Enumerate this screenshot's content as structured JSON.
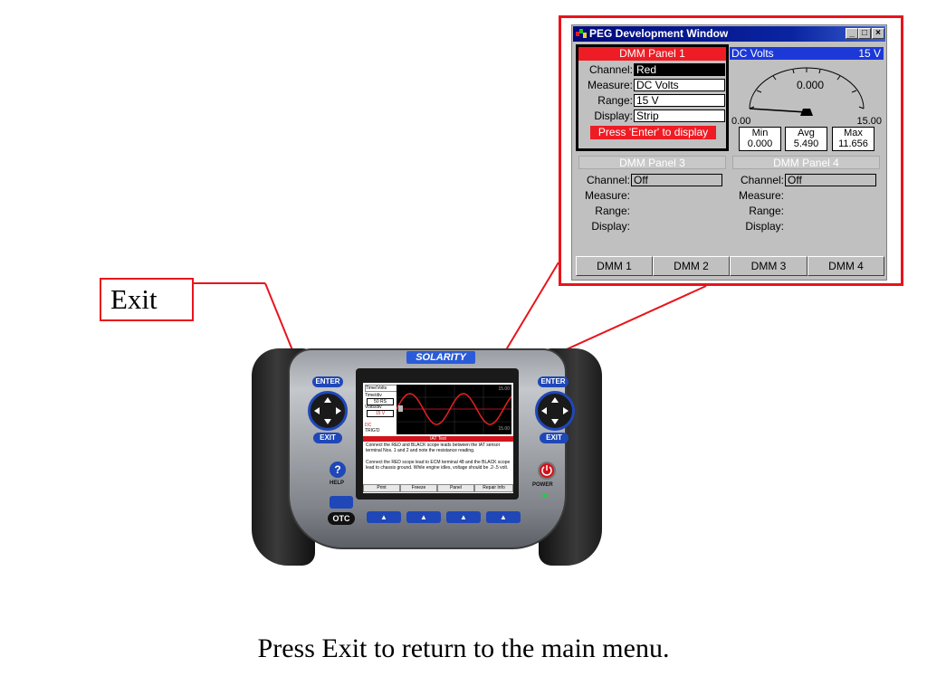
{
  "callout": {
    "label": "Exit"
  },
  "caption": "Press Exit to return to the main menu.",
  "window": {
    "title": "PEG Development Window",
    "controls": {
      "minimize": "_",
      "maximize": "□",
      "close": "×"
    },
    "panel1": {
      "header": "DMM Panel 1",
      "rows": [
        {
          "label": "Channel:",
          "value": "Red"
        },
        {
          "label": "Measure:",
          "value": "DC Volts"
        },
        {
          "label": "Range:",
          "value": "15 V"
        },
        {
          "label": "Display:",
          "value": "Strip"
        }
      ],
      "prompt": "Press 'Enter' to display"
    },
    "panel2": {
      "header_left": "DC Volts",
      "header_right": "15 V",
      "reading": "0.000",
      "scale_min": "0.00",
      "scale_max": "15.00",
      "stats": [
        {
          "label": "Min",
          "value": "0.000"
        },
        {
          "label": "Avg",
          "value": "5.490"
        },
        {
          "label": "Max",
          "value": "11.656"
        }
      ],
      "needle_fraction": 0.0
    },
    "panel3": {
      "header": "DMM Panel 3",
      "rows": [
        {
          "label": "Channel:",
          "value": "Off"
        },
        {
          "label": "Measure:",
          "value": ""
        },
        {
          "label": "Range:",
          "value": ""
        },
        {
          "label": "Display:",
          "value": ""
        }
      ]
    },
    "panel4": {
      "header": "DMM Panel 4",
      "rows": [
        {
          "label": "Channel:",
          "value": "Off"
        },
        {
          "label": "Measure:",
          "value": ""
        },
        {
          "label": "Range:",
          "value": ""
        },
        {
          "label": "Display:",
          "value": ""
        }
      ]
    },
    "tabs": [
      "DMM 1",
      "DMM 2",
      "DMM 3",
      "DMM 4"
    ]
  },
  "device": {
    "brand": "SOLARITY",
    "left_buttons": {
      "enter": "ENTER",
      "exit": "EXIT",
      "help": "HELP"
    },
    "right_buttons": {
      "enter": "ENTER",
      "exit": "EXIT",
      "power": "POWER"
    },
    "otc_label": "OTC",
    "screen": {
      "panel_title": "Time/Volts",
      "timediv_label": "Time/div",
      "timediv_value": "50 RS",
      "voltsdiv_label": "Volts/div",
      "voltsdiv_value": "15 V",
      "dc_label": "DC",
      "trig_label": "TRIG'D",
      "scale_top": "15.00",
      "scale_bottom": "15.00",
      "test_title": "IAT Test",
      "instructions": [
        "Connect the RED and BLACK scope leads between the IAT sensor terminal Nos. 1 and 2 and note the resistance reading.",
        "Connect the RED scope lead to ECM terminal 48 and the BLACK scope lead to chassis ground. While engine idles, voltage should be .2-.5 volt."
      ],
      "softkeys": [
        "Print",
        "Freeze",
        "Panel",
        "Repair Info"
      ]
    },
    "arrow_keys": [
      "▲",
      "▲",
      "▲",
      "▲"
    ],
    "colors": {
      "accent_blue": "#1f47b8",
      "brand_blue": "#2a5bd8",
      "callout_red": "#e8141c",
      "trace_red": "#d0141c"
    }
  }
}
